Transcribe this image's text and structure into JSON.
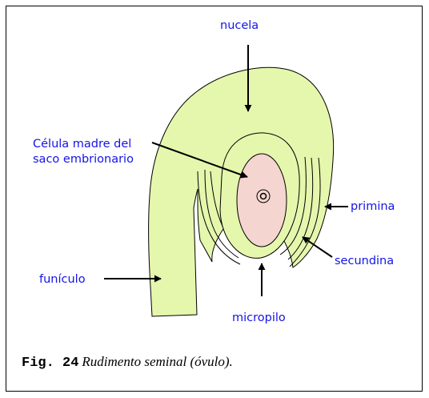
{
  "diagram": {
    "labels": {
      "nucela": "nucela",
      "celula_madre_line1": "Célula madre del",
      "celula_madre_line2": "saco embrionario",
      "primina": "primina",
      "secundina": "secundina",
      "funiculo": "funículo",
      "micropilo": "micropilo"
    },
    "colors": {
      "tissue": "#e5f7ad",
      "tissue_outline": "#000000",
      "embryo_sac": "#f5d5cf",
      "label_text": "#1414e6",
      "arrow": "#000000"
    }
  },
  "caption": {
    "figure_number": "Fig. 24",
    "text": "Rudimento seminal (óvulo)."
  }
}
